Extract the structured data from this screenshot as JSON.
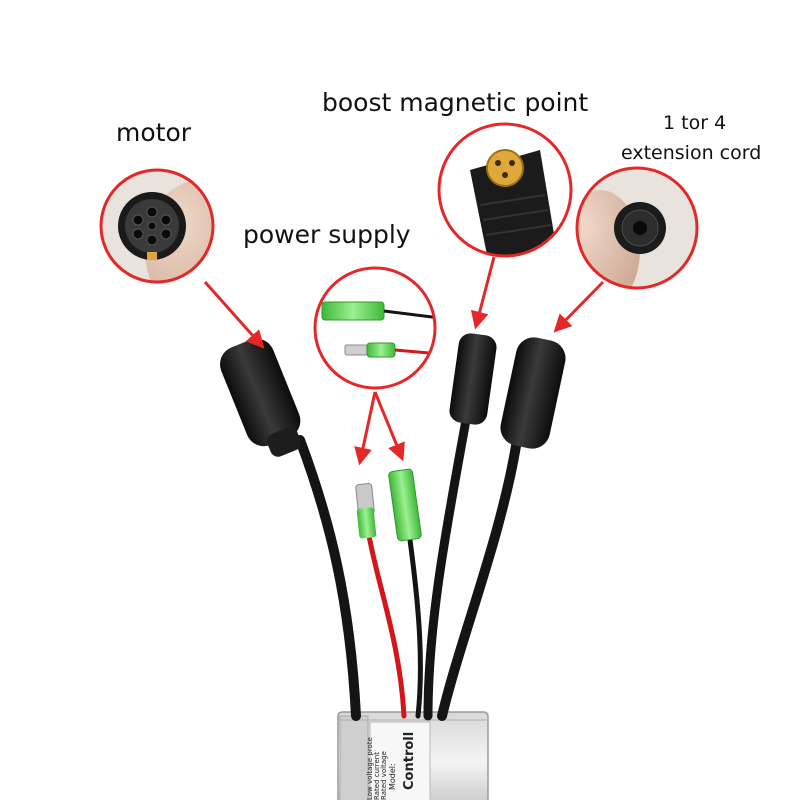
{
  "labels": {
    "motor": "motor",
    "power_supply": "power supply",
    "boost_magnetic_point": "boost magnetic point",
    "extension_line1": "1 tor 4",
    "extension_line2": "extension cord"
  },
  "controller": {
    "title": "Controll",
    "line1": "Model:",
    "line2": "Rated voltage",
    "line3": "Rated current",
    "line4": "Low voltage prote"
  },
  "colors": {
    "callout_ring": "#e4282a",
    "arrow": "#e4282a",
    "cable_black": "#141414",
    "wire_red": "#d4161c",
    "connector_green": "#5fd35a",
    "brass_pin": "#e0a83a"
  }
}
